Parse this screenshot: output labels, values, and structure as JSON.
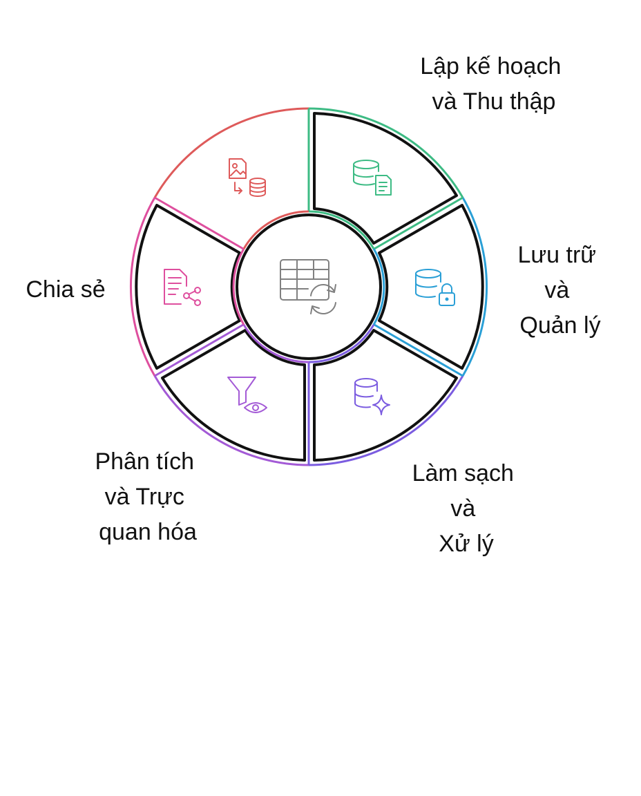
{
  "diagram": {
    "center": {
      "icon": "table-sync-icon",
      "color": "#808080"
    },
    "stages": [
      {
        "id": "plan",
        "lines": [
          "Lập kế hoạch",
          "và Thu thập"
        ],
        "color": "#3dbb84",
        "icon": "database-document-icon"
      },
      {
        "id": "store",
        "lines": [
          "Lưu trữ",
          "và",
          "Quản lý"
        ],
        "color": "#2a9fd6",
        "icon": "database-lock-icon"
      },
      {
        "id": "clean",
        "lines": [
          "Làm sạch",
          "và",
          "Xử lý"
        ],
        "color": "#7b5ce0",
        "icon": "database-sparkle-icon"
      },
      {
        "id": "analyze",
        "lines": [
          "Phân tích",
          "và Trực",
          "quan hóa"
        ],
        "color": "#a35ad6",
        "icon": "filter-eye-icon"
      },
      {
        "id": "share",
        "lines": [
          "Chia sẻ"
        ],
        "color": "#de4f9e",
        "icon": "document-share-icon"
      },
      {
        "id": "import",
        "lines": [],
        "color": "#de5a5a",
        "icon": "image-to-database-icon"
      }
    ]
  }
}
